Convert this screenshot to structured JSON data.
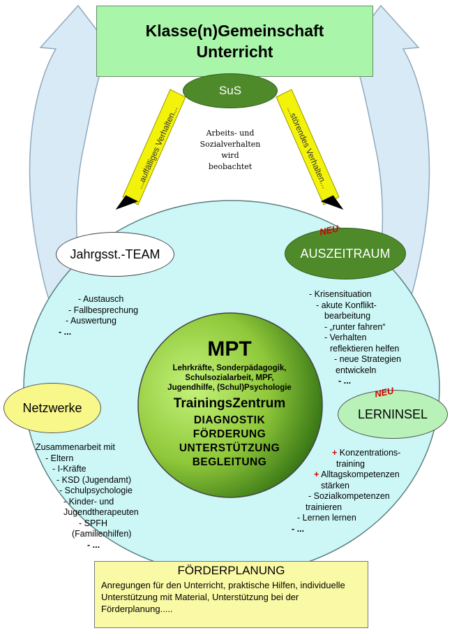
{
  "top": {
    "line1": "Klasse(n)Gemeinschaft",
    "line2": "Unterricht"
  },
  "sus": "SuS",
  "arrows": {
    "left": "...auffälliges Verhalten...",
    "right": "...störendes Verhalten..."
  },
  "observation": [
    "Arbeits- und",
    "Sozialverhalten",
    "wird",
    "beobachtet"
  ],
  "team": {
    "label": "Jahrgsst.-TEAM",
    "items": [
      "- Austausch",
      "- Fallbesprechung",
      "- Auswertung",
      "- ..."
    ]
  },
  "auszeitraum": {
    "badge": "NEU",
    "label": "AUSZEITRAUM",
    "items": [
      "- Krisensituation",
      "- akute Konflikt-",
      "bearbeitung",
      "- „runter fahren“",
      "- Verhalten",
      "reflektieren helfen",
      "- neue Strategien",
      "entwickeln",
      "- ..."
    ]
  },
  "mpt": {
    "title": "MPT",
    "subtitle_line1": "Lehrkräfte, Sonderpädagogik,",
    "subtitle_line2": "Schulsozialarbeit, MPF,",
    "subtitle_line3": "Jugendhilfe, (Schul)Psychologie",
    "center": "TrainingsZentrum",
    "items": [
      "DIAGNOSTIK",
      "FÖRDERUNG",
      "UNTERSTÜTZUNG",
      "BEGLEITUNG"
    ]
  },
  "netzwerke": {
    "label": "Netzwerke",
    "items": [
      "Zusammenarbeit mit",
      "- Eltern",
      "- I-Kräfte",
      "- KSD (Jugendamt)",
      "- Schulpsychologie",
      "- Kinder- und",
      "Jugendtherapeuten",
      "- SPFH",
      "(Familienhilfen)",
      "- ..."
    ]
  },
  "lerninsel": {
    "badge": "NEU",
    "label": "LERNINSEL",
    "items": [
      "Konzentrations-",
      "training",
      "Alltagskompetenzen",
      "stärken",
      "- Sozialkompetenzen",
      "trainieren",
      "- Lernen lernen",
      "- ..."
    ],
    "plus": "+"
  },
  "foerderplanung": {
    "title": "FÖRDERPLANUNG",
    "text": "Anregungen für den Unterricht, praktische Hilfen, individuelle Unterstützung mit Material, Unterstützung bei der Förderplanung....."
  },
  "colors": {
    "top_box": "#a9f5a9",
    "circle": "#cdf7f7",
    "dark_green": "#4e8a2a",
    "yellow_arrow": "#f2f20a",
    "curved_arrow": "#d9eaf7",
    "accent": "#d00000"
  }
}
